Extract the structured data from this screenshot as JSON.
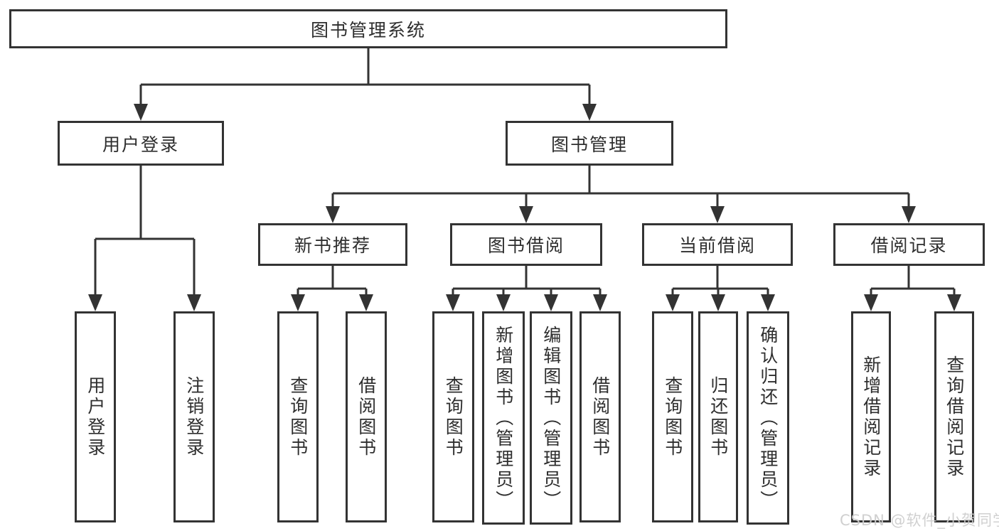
{
  "tree": {
    "root": "图书管理系统",
    "children": [
      {
        "label": "用户登录",
        "children": [
          "用户登录",
          "注销登录"
        ]
      },
      {
        "label": "图书管理",
        "children": [
          {
            "label": "新书推荐",
            "children": [
              "查询图书",
              "借阅图书"
            ]
          },
          {
            "label": "图书借阅",
            "children": [
              "查询图书",
              "新增图书（管理员）",
              "编辑图书（管理员）",
              "借阅图书"
            ]
          },
          {
            "label": "当前借阅",
            "children": [
              "查询图书",
              "归还图书",
              "确认归还（管理员）"
            ]
          },
          {
            "label": "借阅记录",
            "children": [
              "新增借阅记录",
              "查询借阅记录"
            ]
          }
        ]
      }
    ]
  },
  "watermark": "CSDN @软件_小贺同学",
  "colors": {
    "line": "#333333",
    "text": "#2e2e2e",
    "background": "#ffffff",
    "watermark": "#cdcdcd"
  }
}
